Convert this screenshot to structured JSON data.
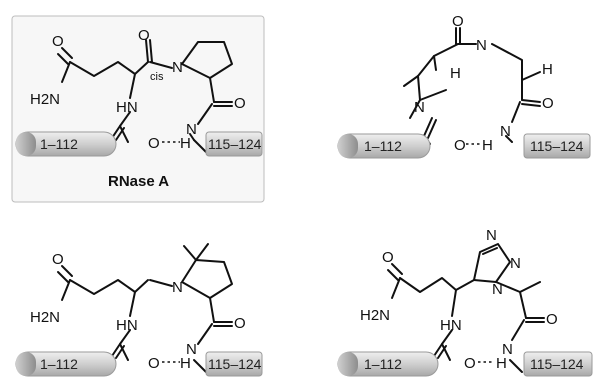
{
  "caption": "RNase A",
  "labels": {
    "o": "O",
    "n": "N",
    "h": "H",
    "nh2": "H2N",
    "hn": "HN",
    "cis": "cis",
    "left_segment": "1–112",
    "right_segment": "115–124"
  },
  "panels": [
    {
      "id": "rnase-a-native",
      "highlighted": true
    },
    {
      "id": "alkene-macrocycle",
      "highlighted": false
    },
    {
      "id": "dimethylproline-analog",
      "highlighted": false
    },
    {
      "id": "triazole-analog",
      "highlighted": false
    }
  ],
  "colors": {
    "pill": "#c8c8c8",
    "frame_border": "#bdbdbd",
    "frame_fill": "#f7f7f7"
  }
}
